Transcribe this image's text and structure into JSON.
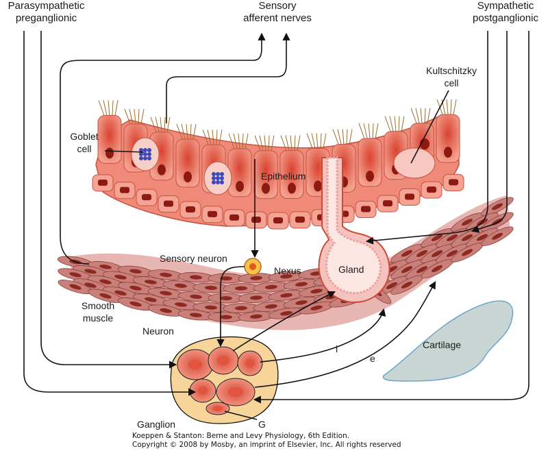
{
  "labels": {
    "parasympathetic": [
      "Parasympathetic",
      "preganglionic"
    ],
    "sensory_afferent": [
      "Sensory",
      "afferent nerves"
    ],
    "sympathetic": [
      "Sympathetic",
      "postganglionic"
    ],
    "kultschitzky": [
      "Kultschitzky",
      "cell"
    ],
    "goblet": [
      "Goblet",
      "cell"
    ],
    "epithelium": "Epithelium",
    "sensory_neuron": "Sensory neuron",
    "nexus": "Nexus",
    "gland": "Gland",
    "smooth_muscle": [
      "Smooth",
      "muscle"
    ],
    "neuron": "Neuron",
    "cartilage": "Cartilage",
    "ganglion": "Ganglion",
    "g": "G",
    "i": "i",
    "e": "e"
  },
  "credit": [
    "Koeppen & Stanton: Berne and Levy Physiology, 6th Edition.",
    "Copyright © 2008 by Mosby, an imprint of Elsevier, Inc. All rights reserved"
  ],
  "colors": {
    "epithelium_fill": "#f08a78",
    "epithelium_dark": "#c8503e",
    "nucleus": "#8c1a10",
    "muscle_fill": "#c97f7a",
    "ganglion_fill": "#f7d49a",
    "cartilage_fill": "#c9d5d2",
    "cartilage_edge": "#6aa6c8",
    "cilia": "#a06a2a",
    "nerve_line": "#111111"
  }
}
